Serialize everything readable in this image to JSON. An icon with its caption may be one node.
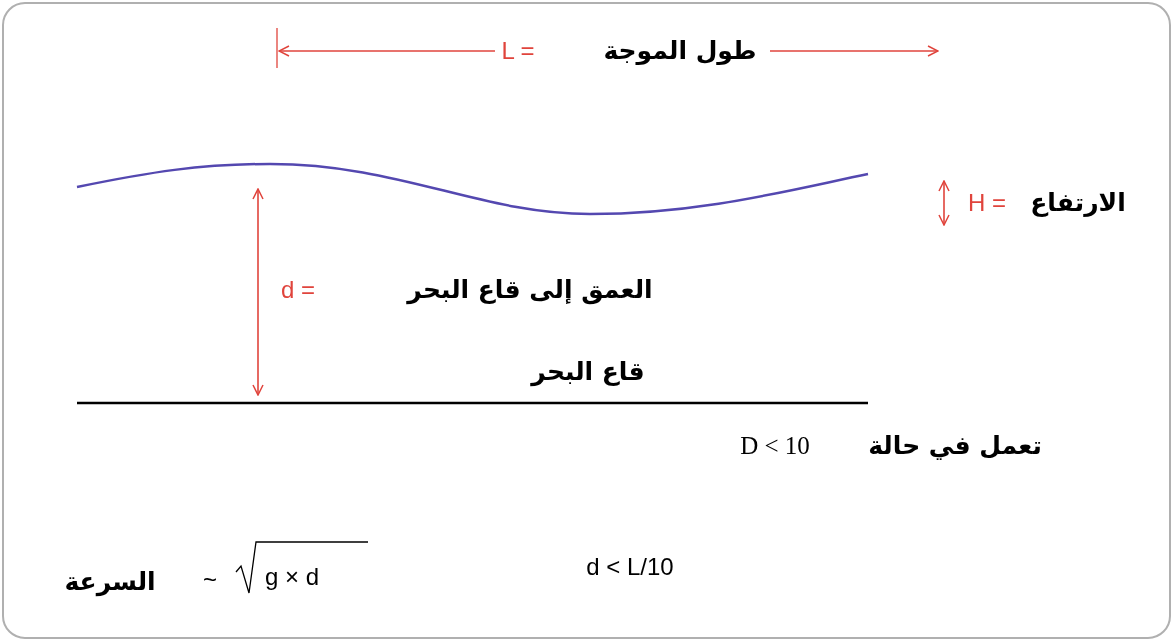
{
  "diagram": {
    "labels": [
      "طول الموجة",
      "L =",
      "الارتفاع",
      "H =",
      "d =",
      "العمق إلى قاع البحر",
      "قاع البحر",
      "تعمل في حالة",
      "D < 10",
      "السرعة",
      "~",
      "g × d",
      "d < L/10"
    ]
  }
}
